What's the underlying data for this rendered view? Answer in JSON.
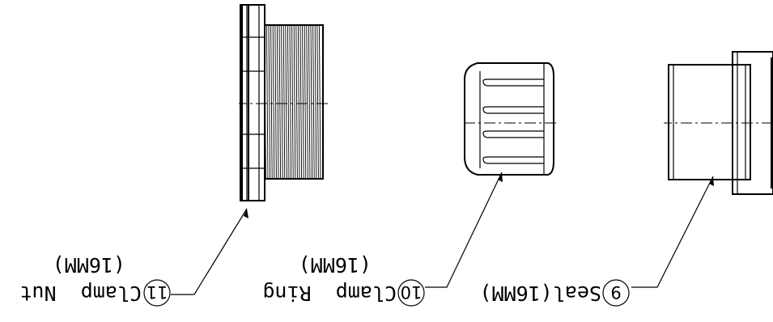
{
  "parts": [
    {
      "id": "seal",
      "number": "9",
      "name": "Seal",
      "size": "(16MM)"
    },
    {
      "id": "clamp-ring",
      "number": "10",
      "name": "Clamp  Ring",
      "size": "(16MM)"
    },
    {
      "id": "clamp-nut",
      "number": "11",
      "name": "Clamp  Nut",
      "size": "(16MM)"
    }
  ],
  "orientation": "rotated 180 degrees (upside down)"
}
